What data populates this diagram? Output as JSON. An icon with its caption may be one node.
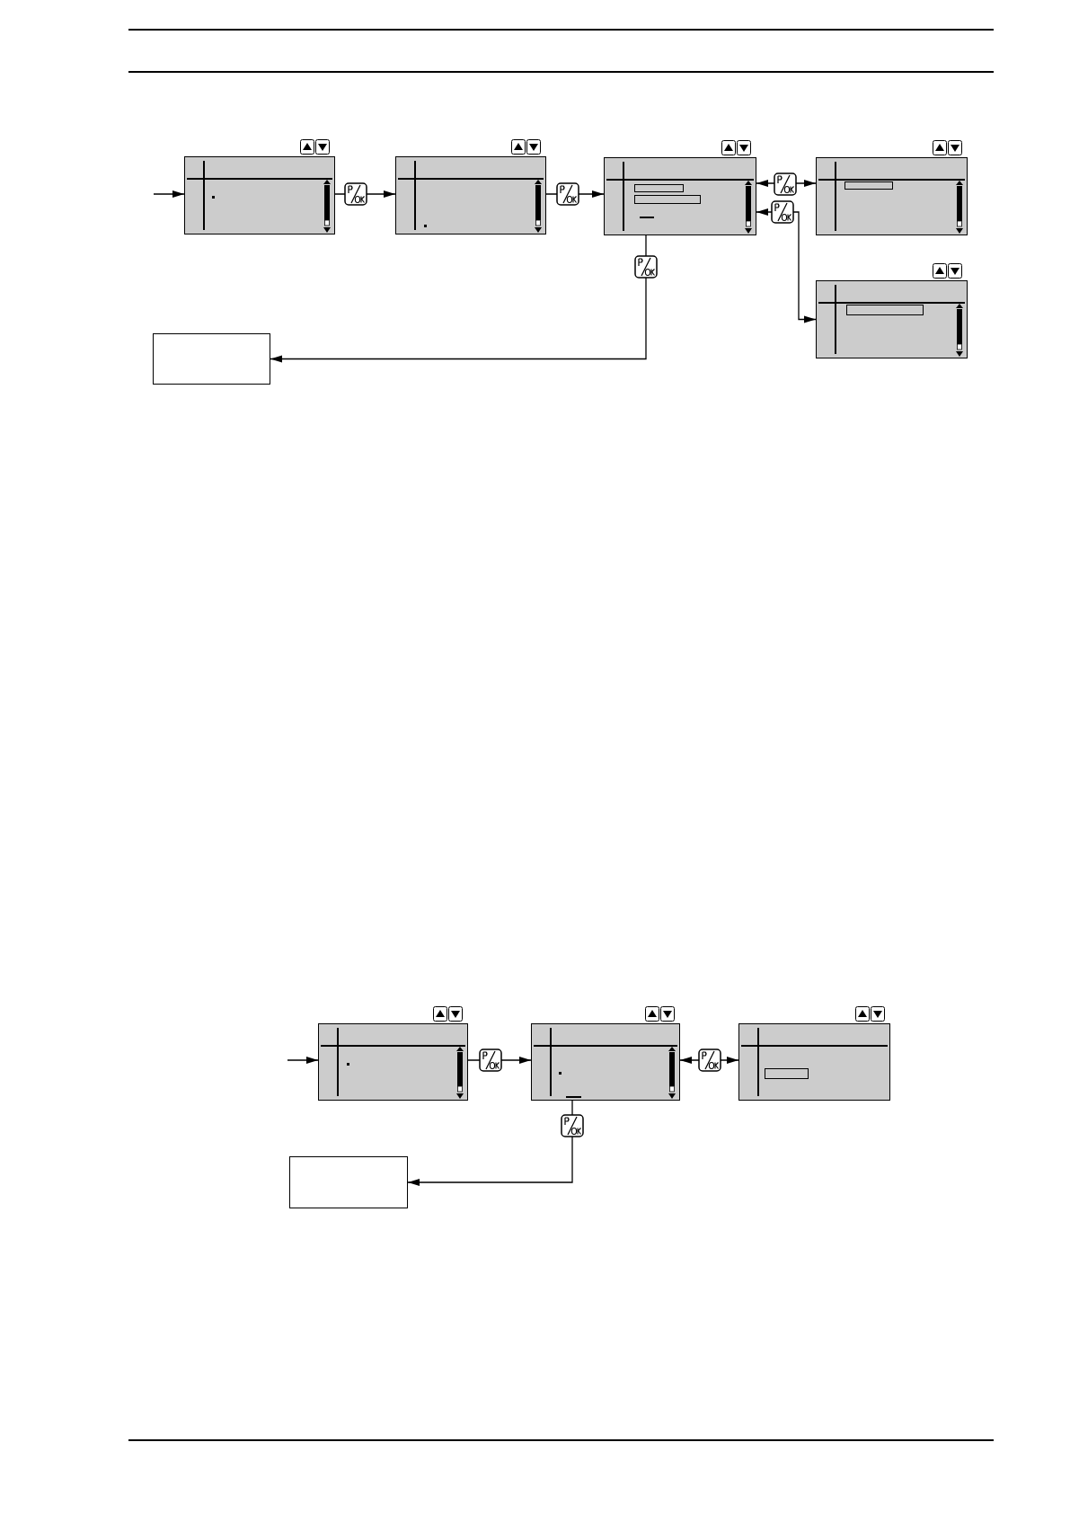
{
  "diagram": {
    "nodes": [
      {
        "text": [],
        "shape": "box"
      },
      {
        "text": [],
        "shape": "box"
      },
      {
        "text": [],
        "shape": "box"
      },
      {
        "text": [],
        "shape": "box"
      },
      {
        "text": [],
        "shape": "box"
      },
      {
        "text": [],
        "shape": "box"
      },
      {
        "text": [],
        "shape": "box"
      },
      {
        "text": [],
        "shape": "box"
      },
      {
        "text": [],
        "shape": "box"
      },
      {
        "text": [],
        "shape": "box"
      }
    ],
    "edges": [
      {
        "from": null,
        "to": 0,
        "arrow": "to"
      },
      {
        "from": 0,
        "to": 1,
        "arrow": "to"
      },
      {
        "from": 1,
        "to": 2,
        "arrow": "to"
      },
      {
        "from": 2,
        "to": 3,
        "arrow": "both"
      },
      {
        "from": 2,
        "to": 4,
        "arrow": "both"
      },
      {
        "from": 2,
        "to": 5,
        "arrow": "to"
      },
      {
        "from": null,
        "to": 6,
        "arrow": "to"
      },
      {
        "from": 6,
        "to": 7,
        "arrow": "to"
      },
      {
        "from": 7,
        "to": 8,
        "arrow": "both"
      },
      {
        "from": 7,
        "to": 9,
        "arrow": "to"
      }
    ]
  }
}
